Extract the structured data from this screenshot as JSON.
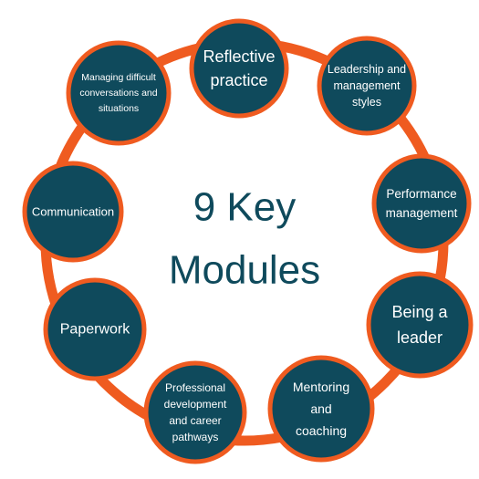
{
  "center": {
    "lines": [
      "9 Key",
      "Modules"
    ]
  },
  "colors": {
    "ring": "#ef5b20",
    "node_fill": "#0f4a5c",
    "center_text": "#0f4a5c",
    "node_text": "#ffffff"
  },
  "modules": [
    {
      "id": "reflective-practice",
      "lines": [
        "Reflective",
        "practice"
      ]
    },
    {
      "id": "leadership-and-management-styles",
      "lines": [
        "Leadership and",
        "management",
        "styles"
      ]
    },
    {
      "id": "performance-management",
      "lines": [
        "Performance",
        "management"
      ]
    },
    {
      "id": "being-a-leader",
      "lines": [
        "Being a",
        "leader"
      ]
    },
    {
      "id": "mentoring-and-coaching",
      "lines": [
        "Mentoring",
        "and",
        "coaching"
      ]
    },
    {
      "id": "professional-development-and-career-pathways",
      "lines": [
        "Professional",
        "development",
        "and career",
        "pathways"
      ]
    },
    {
      "id": "paperwork",
      "lines": [
        "Paperwork"
      ]
    },
    {
      "id": "communication",
      "lines": [
        "Communication"
      ]
    },
    {
      "id": "managing-difficult-conversations-and-situations",
      "lines": [
        "Managing difficult",
        "conversations and",
        "situations"
      ]
    }
  ]
}
